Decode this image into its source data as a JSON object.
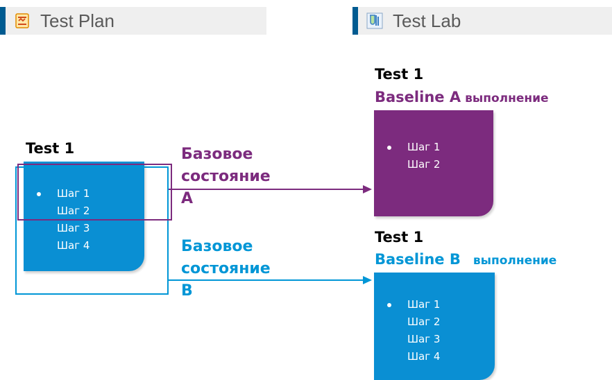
{
  "test_plan": {
    "title": "Test Plan",
    "icon": "test-plan-icon",
    "test_label": "Test 1",
    "steps": [
      "Шаг 1",
      "Шаг 2",
      "Шаг 3",
      "Шаг 4"
    ]
  },
  "test_lab": {
    "title": "Test Lab",
    "icon": "test-lab-icon"
  },
  "arrows": {
    "a": {
      "line1": "Базовое",
      "line2": "состояние",
      "line3": "A"
    },
    "b": {
      "line1": "Базовое",
      "line2": "состояние",
      "line3": "B"
    }
  },
  "run_a": {
    "test_label": "Test 1",
    "baseline": "Baseline A",
    "run_label": "выполнение",
    "steps": [
      "Шаг 1",
      "Шаг 2"
    ]
  },
  "run_b": {
    "test_label": "Test 1",
    "baseline": "Baseline B",
    "run_label": "выполнение",
    "steps": [
      "Шаг 1",
      "Шаг 2",
      "Шаг 3",
      "Шаг 4"
    ]
  },
  "colors": {
    "purple": "#7c2b7e",
    "blue": "#0096d6",
    "card_blue": "#0a8fd3",
    "header_bg": "#efefef",
    "header_accent": "#005b91"
  }
}
